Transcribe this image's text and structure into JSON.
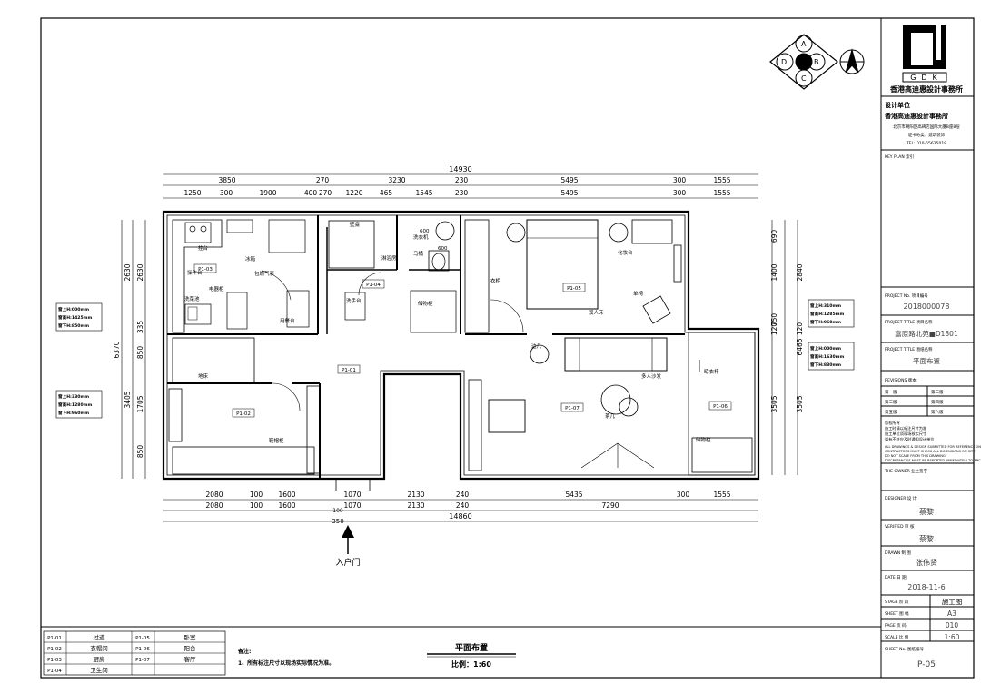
{
  "compass": {
    "a": "A",
    "b": "B",
    "c": "C",
    "d": "D"
  },
  "logo": {
    "letters": "GDK",
    "firm": "香港高迪惠設計事務所"
  },
  "titleblock": {
    "design_unit_label": "设计单位",
    "firm_name": "香港高迪惠設計事務所",
    "address": "北京市朝阳区高碑店国际大厦B座8层",
    "cert": "证书分类：建筑装饰",
    "tel": "TEL: 010-55635019",
    "key_plan_label": "KEY PLAN 索引",
    "project_no_label": "PROJECT No. 项目编号",
    "project_no": "2018000078",
    "project_title_label": "PROJECT TITLE 项目名称",
    "project_title": "嘉原路北苑■D1801",
    "drawing_title_label": "PROJECT TITLE 图纸名称",
    "drawing_title": "平面布置",
    "revisions_label": "REVISIONS 版本",
    "rev1": "第一版",
    "rev2": "第二版",
    "rev3": "第三版",
    "rev4": "第四版",
    "rev5": "第五版",
    "rev6": "第六版",
    "copyright_cn": "版权所有\n施工时请以标注尺寸为准\n施工单位须现场核实尺寸\n如有不符应及时通知设计单位",
    "copyright_en": "ALL DRAWINGS & DESIGN SUBMITTED FOR REFERENCE ONLY\nCONTRACTORS MUST CHECK ALL DIMENSIONS ON SITE\nDO NOT SCALE FROM THIS DRAWING\nDISCREPANCIES MUST BE REPORTED IMMEDIATELY TO ARCHITECTS",
    "owner_label": "THE OWNER 业主签字",
    "designer_label": "DESIGNER 设 计",
    "designer": "蔡黎",
    "verified_label": "VERIFIED 审 核",
    "verified": "蔡黎",
    "drawn_label": "DRAWN 制 图",
    "drawn": "张伟贤",
    "date_label": "DATE 日 期",
    "date": "2018-11-6",
    "stage_label": "STAGE 阶 段",
    "stage": "施工图",
    "sheet_label": "SHEET 图 幅",
    "sheet": "A3",
    "page_label": "PAGE 页 码",
    "page": "010",
    "scale_label": "SCALE 比 例",
    "scale": "1:60",
    "sheet_no_label": "SHEET No. 图纸编号",
    "sheet_no": "P-05"
  },
  "dims": {
    "top_total": "14930",
    "top_row1": [
      "3850",
      "270",
      "3230",
      "230",
      "5495",
      "300",
      "1555"
    ],
    "top_row2": [
      "1250",
      "300",
      "1900",
      "400",
      "270",
      "1220",
      "465",
      "1545",
      "230",
      "5495",
      "300",
      "1555"
    ],
    "bottom_row1": [
      "2080",
      "100",
      "1600",
      "1070",
      "2130",
      "240",
      "5435",
      "300",
      "1555"
    ],
    "bottom_row2": [
      "2080",
      "100",
      "1600",
      "1070",
      "2130",
      "240",
      "7290"
    ],
    "bottom_small": [
      "100",
      "350"
    ],
    "bottom_total": "14860",
    "left_outer": "6370",
    "left_inner": [
      "2630",
      "335",
      "850",
      "1705",
      "850"
    ],
    "left_inner2": [
      "2630",
      "3405"
    ],
    "right_inner": [
      "690",
      "1400",
      "120",
      "750",
      "3505"
    ],
    "right_outer": [
      "2840",
      "120",
      "6465",
      "3505"
    ]
  },
  "windows": [
    {
      "l1": "窗上H:000mm",
      "l2": "窗高H:1425mm",
      "l3": "窗下H:850mm"
    },
    {
      "l1": "窗上H:330mm",
      "l2": "窗高H:1280mm",
      "l3": "窗下H:960mm"
    },
    {
      "l1": "窗上H:310mm",
      "l2": "窗高H:1285mm",
      "l3": "窗下H:960mm"
    },
    {
      "l1": "窗上H:000mm",
      "l2": "窗高H:1630mm",
      "l3": "窗下H:830mm"
    }
  ],
  "rooms": {
    "p01": "P1-01",
    "p02": "P1-02",
    "p03": "P1-03",
    "p04": "P1-04",
    "p05": "P1-05",
    "p06": "P1-06",
    "p07": "P1-07"
  },
  "labels": {
    "gua_tai": "挂台",
    "bing_xiang": "冰箱",
    "cao_zuo_tai": "操作台",
    "bao_yan_qi_biao": "包燃气表",
    "dian_qi_gui": "电器柜",
    "xi_cai_chi": "洗菜池",
    "yong_can_tai": "用餐台",
    "di_chuang": "地床",
    "xie_mao_gui": "鞋帽柜",
    "bi_kan": "壁龛",
    "lin_yu_fang": "淋浴房",
    "xi_shou_tai": "洗手台",
    "xi_yi_ji": "洗衣机",
    "ma_tong": "马桶",
    "chu_wu_gui": "储物柜",
    "yi_gui": "衣柜",
    "shuang_ren_chuang": "双人床",
    "hua_zhuang_tai": "化妆台",
    "dan_yi": "单椅",
    "yi_gui2": "边几",
    "duo_ren_sha_fa": "多人沙发",
    "cha_ji": "茶几",
    "ding_yi_gan": "晾衣杆",
    "chu_wu_gui2": "储物柜",
    "entry": "入户门",
    "num600a": "600",
    "num600b": "600"
  },
  "bottom": {
    "legend": [
      {
        "code": "P1-01",
        "name": "过道",
        "code2": "P1-05",
        "name2": "卧室"
      },
      {
        "code": "P1-02",
        "name": "衣帽间",
        "code2": "P1-06",
        "name2": "阳台"
      },
      {
        "code": "P1-03",
        "name": "厨房",
        "code2": "P1-07",
        "name2": "客厅"
      },
      {
        "code": "P1-04",
        "name": "卫生间",
        "code2": "",
        "name2": ""
      }
    ],
    "note_title": "备注:",
    "note_text": "1、所有标注尺寸以现场实际情况为准。",
    "plan_title": "平面布置",
    "plan_scale": "比例：1:60"
  }
}
